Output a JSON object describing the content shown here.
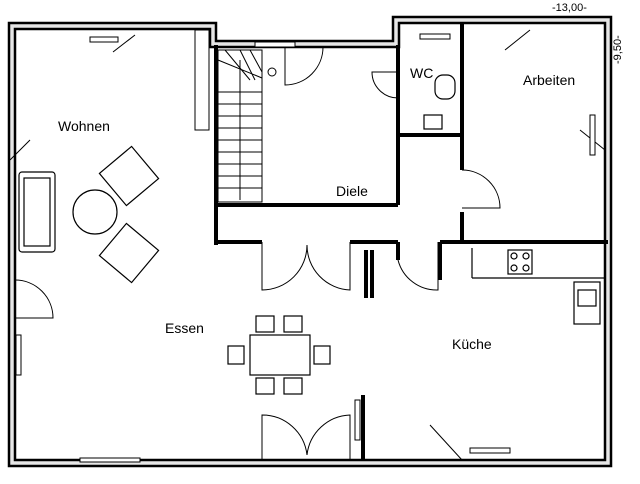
{
  "dimensions": {
    "width": "-13,00-",
    "depth": "-9,50-"
  },
  "rooms": {
    "wohnen": "Wohnen",
    "wc": "WC",
    "arbeiten": "Arbeiten",
    "diele": "Diele",
    "essen": "Essen",
    "kueche": "Küche"
  }
}
